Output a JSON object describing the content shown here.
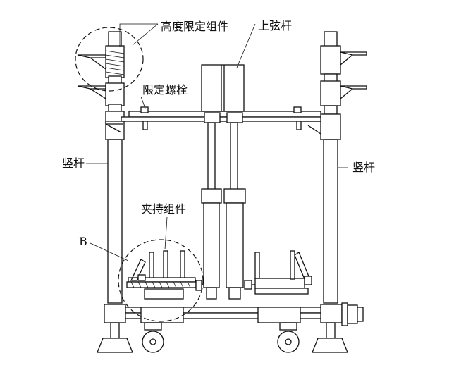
{
  "labels": {
    "height_limit_assembly": "高度限定组件",
    "top_chord": "上弦杆",
    "limit_bolt": "限定螺栓",
    "upright_left": "竖杆",
    "upright_right": "竖杆",
    "clamping_assembly": "夹持组件",
    "detail_b": "B"
  }
}
